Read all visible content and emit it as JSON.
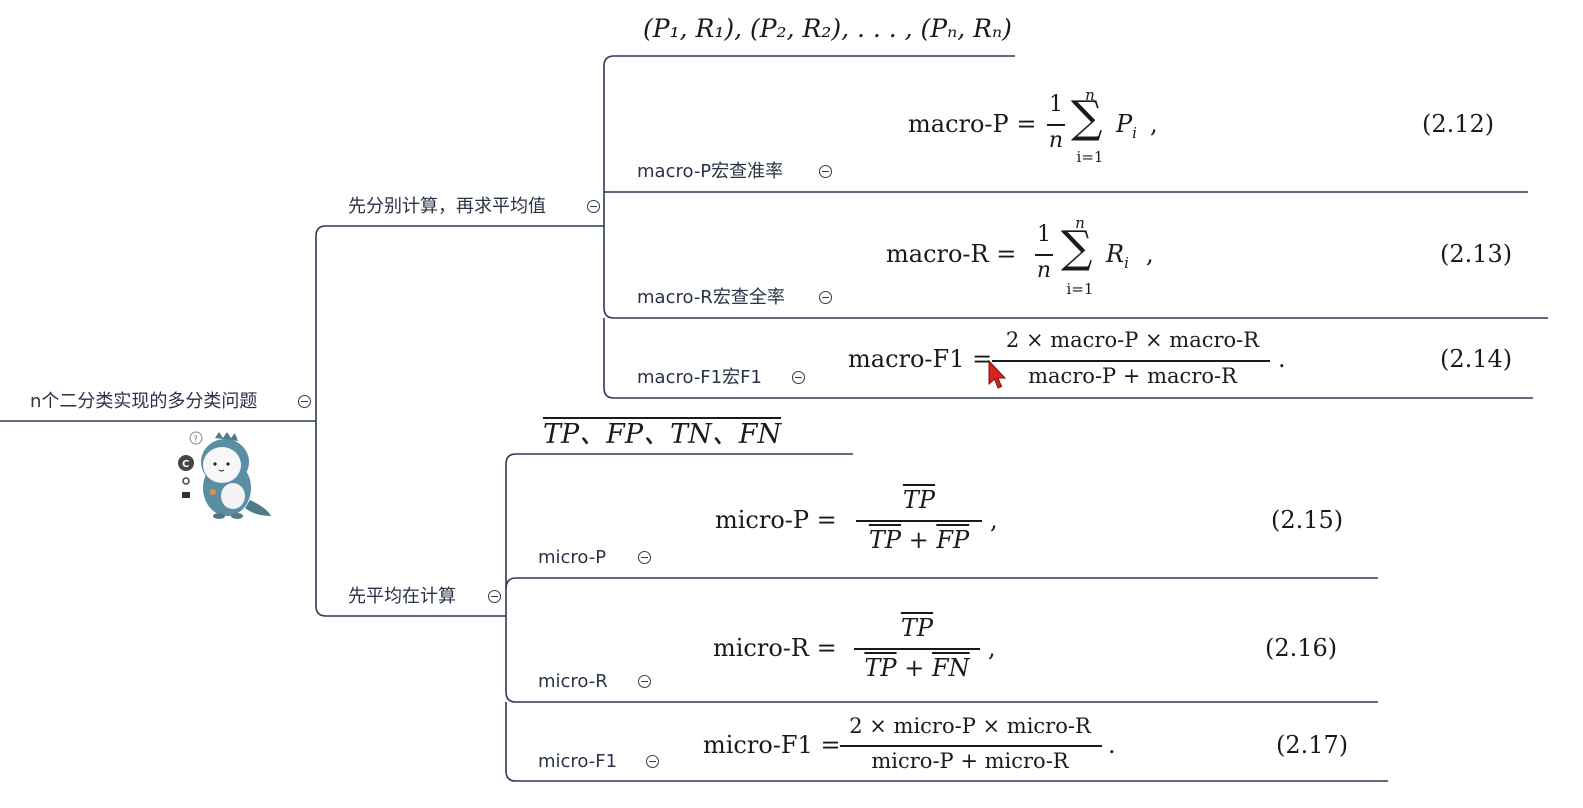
{
  "root": {
    "label": "n个二分类实现的多分类问题"
  },
  "branch_macro": {
    "label": "先分别计算，再求平均值"
  },
  "branch_micro": {
    "label": "先平均在计算"
  },
  "macro_header": "(P₁, R₁), (P₂, R₂), . . . , (Pₙ, Rₙ)",
  "micro_header": "TP、FP、TN、FN",
  "macro_items": [
    {
      "label": "macro-P宏查准率",
      "lhs": "macro-P =",
      "frac_num": "1",
      "frac_den": "n",
      "sum_top": "n",
      "sum_bot": "i=1",
      "term": "P",
      "sub": "i",
      "tail": ",",
      "eq": "(2.12)"
    },
    {
      "label": "macro-R宏查全率",
      "lhs": "macro-R =",
      "frac_num": "1",
      "frac_den": "n",
      "sum_top": "n",
      "sum_bot": "i=1",
      "term": "R",
      "sub": "i",
      "tail": ",",
      "eq": "(2.13)"
    },
    {
      "label": "macro-F1宏F1",
      "lhs": "macro-F1 =",
      "frac_num": "2 × macro-P × macro-R",
      "frac_den": "macro-P + macro-R",
      "tail": ".",
      "eq": "(2.14)"
    }
  ],
  "micro_items": [
    {
      "label": "micro-P",
      "lhs": "micro-P =",
      "frac_num": "TP",
      "frac_den_a": "TP",
      "frac_den_op": "+",
      "frac_den_b": "FP",
      "tail": ",",
      "eq": "(2.15)"
    },
    {
      "label": "micro-R",
      "lhs": "micro-R =",
      "frac_num": "TP",
      "frac_den_a": "TP",
      "frac_den_op": "+",
      "frac_den_b": "FN",
      "tail": ",",
      "eq": "(2.16)"
    },
    {
      "label": "micro-F1",
      "lhs": "micro-F1 =",
      "frac_num": "2 × micro-P × micro-R",
      "frac_den": "micro-P + micro-R",
      "tail": ".",
      "eq": "(2.17)"
    }
  ],
  "colors": {
    "line": "#2f3a52",
    "text": "#2a3245",
    "cursor": "#d92222"
  },
  "icons": [
    "collapse-icon",
    "dinosaur-sticker",
    "copyright-icon",
    "cursor-arrow-icon"
  ]
}
